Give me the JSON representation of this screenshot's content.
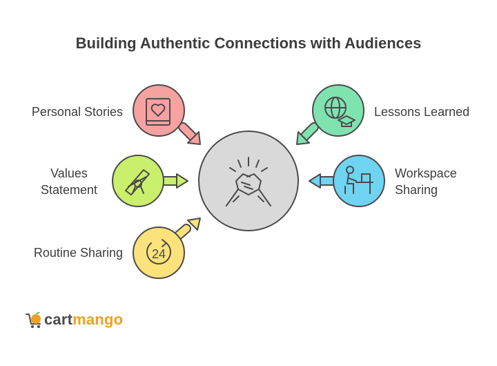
{
  "title": "Building Authentic Connections with Audiences",
  "nodes": {
    "personal_stories": {
      "label": "Personal Stories",
      "color": "#f7a1a1",
      "icon": "book-heart-icon"
    },
    "values_statement": {
      "label": "Values Statement",
      "color": "#c9ef6c",
      "icon": "diploma-icon"
    },
    "routine_sharing": {
      "label": "Routine Sharing",
      "color": "#fbe27a",
      "icon": "24-hour-icon"
    },
    "lessons_learned": {
      "label": "Lessons Learned",
      "color": "#7fe3b0",
      "icon": "globe-graduation-cap-icon"
    },
    "workspace_sharing": {
      "label": "Workspace Sharing",
      "color": "#6fd3f2",
      "icon": "person-at-desk-icon"
    }
  },
  "center": {
    "color": "#d9d9d9",
    "icon": "handshake-icon"
  },
  "routine_icon_text": "24",
  "logo": {
    "part1": "cart",
    "part2": "mango"
  },
  "colors": {
    "stroke": "#4a4a4a",
    "title": "#3d3d3d",
    "brand_orange": "#f0a020"
  }
}
